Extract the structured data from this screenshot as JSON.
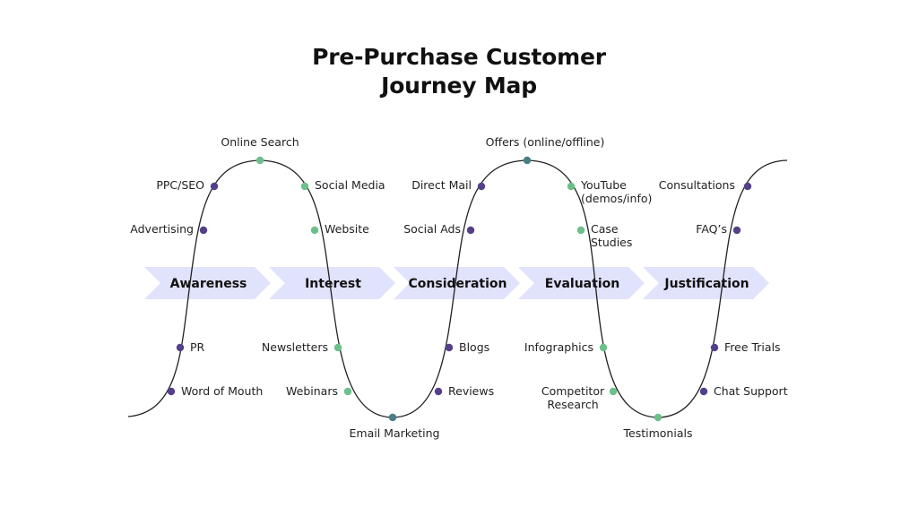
{
  "title": {
    "line1": "Pre-Purchase Customer",
    "line2": "Journey Map"
  },
  "colors": {
    "stage_fill": "#e1e2fb",
    "curve": "#222222",
    "purple": "#553f8c",
    "green": "#6cc08a",
    "teal": "#4a7f88"
  },
  "stages": [
    {
      "label": "Awareness"
    },
    {
      "label": "Interest"
    },
    {
      "label": "Consideration"
    },
    {
      "label": "Evaluation"
    },
    {
      "label": "Justification"
    }
  ],
  "touchpoints": [
    {
      "lines": [
        "Word of Mouth"
      ],
      "color": "purple"
    },
    {
      "lines": [
        "PR"
      ],
      "color": "purple"
    },
    {
      "lines": [
        "Advertising"
      ],
      "color": "purple"
    },
    {
      "lines": [
        "PPC/SEO"
      ],
      "color": "purple"
    },
    {
      "lines": [
        "Online Search"
      ],
      "color": "green"
    },
    {
      "lines": [
        "Social Media"
      ],
      "color": "green"
    },
    {
      "lines": [
        "Website"
      ],
      "color": "green"
    },
    {
      "lines": [
        "Newsletters"
      ],
      "color": "green"
    },
    {
      "lines": [
        "Webinars"
      ],
      "color": "green"
    },
    {
      "lines": [
        "Email Marketing"
      ],
      "color": "teal"
    },
    {
      "lines": [
        "Reviews"
      ],
      "color": "purple"
    },
    {
      "lines": [
        "Blogs"
      ],
      "color": "purple"
    },
    {
      "lines": [
        "Social Ads"
      ],
      "color": "purple"
    },
    {
      "lines": [
        "Direct Mail"
      ],
      "color": "purple"
    },
    {
      "lines": [
        "Offers (online/offline)"
      ],
      "color": "teal"
    },
    {
      "lines": [
        "YouTube",
        "(demos/info)"
      ],
      "color": "green"
    },
    {
      "lines": [
        "Case",
        "Studies"
      ],
      "color": "green"
    },
    {
      "lines": [
        "Infographics"
      ],
      "color": "green"
    },
    {
      "lines": [
        "Competitor",
        "Research"
      ],
      "color": "green"
    },
    {
      "lines": [
        "Testimonials"
      ],
      "color": "green"
    },
    {
      "lines": [
        "Chat Support"
      ],
      "color": "purple"
    },
    {
      "lines": [
        "Free Trials"
      ],
      "color": "purple"
    },
    {
      "lines": [
        "FAQ’s"
      ],
      "color": "purple"
    },
    {
      "lines": [
        "Consultations"
      ],
      "color": "purple"
    }
  ]
}
